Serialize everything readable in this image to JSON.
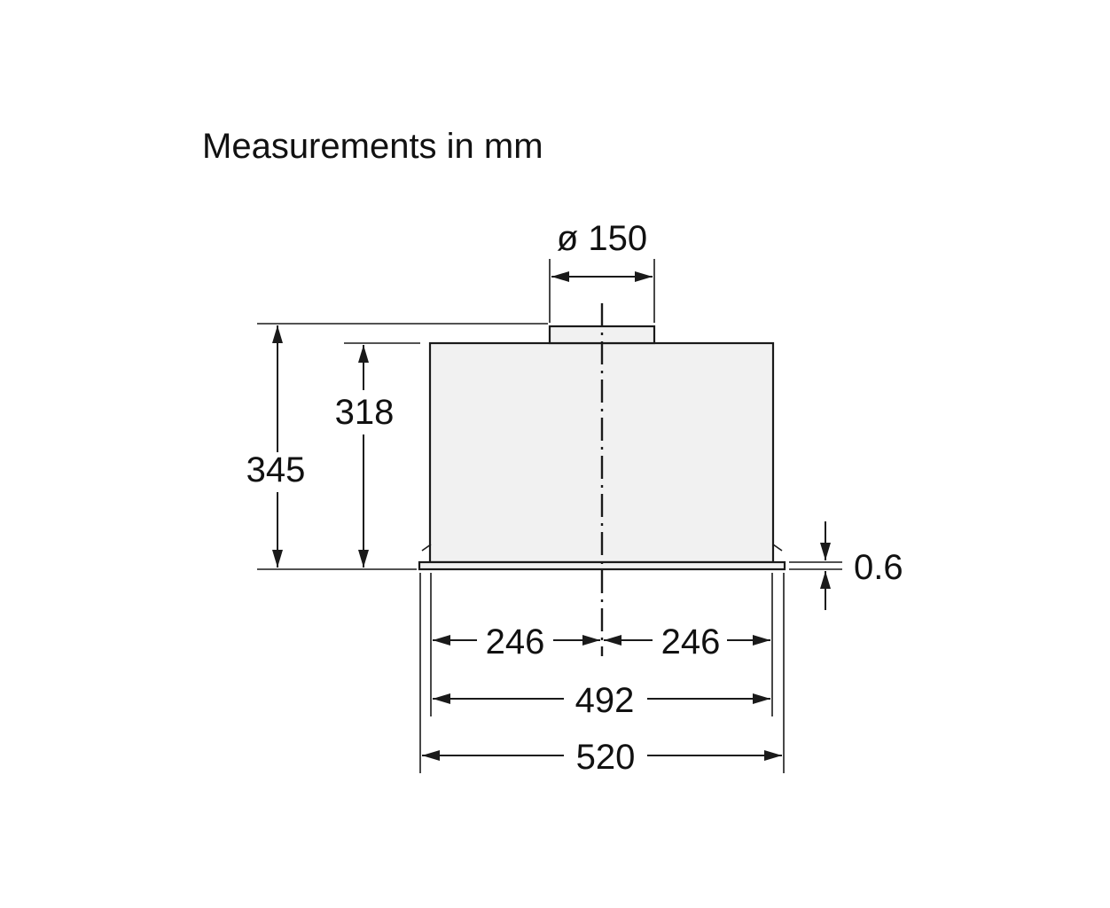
{
  "title": "Measurements in mm",
  "dimensions": {
    "duct_diameter": "ø 150",
    "total_height": "345",
    "body_height": "318",
    "frame_thickness": "0.6",
    "half_width_left": "246",
    "half_width_right": "246",
    "body_width": "492",
    "frame_width": "520"
  },
  "colors": {
    "line": "#1a1a1a",
    "body_fill": "#f1f1f1",
    "background": "#ffffff"
  }
}
